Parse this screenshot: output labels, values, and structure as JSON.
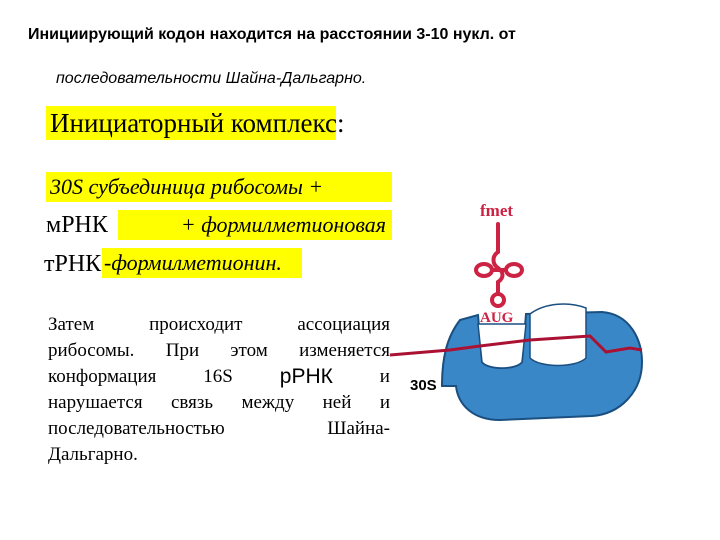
{
  "heading": "Инициирующий кодон находится на расстоянии 3-10 нукл. от",
  "subheading": "последовательности Шайна-Дальгарно.",
  "initiator": {
    "title": "Инициаторный комплекс:",
    "line1": "30S  субъединица  рибосомы  +",
    "mrna": "мРНК",
    "line2": "+  формилметионовая",
    "trna": "тРНК",
    "line3": "-формилметионин."
  },
  "paragraph": {
    "lines": [
      [
        "Затем",
        "происходит",
        "ассоциация"
      ],
      [
        "рибосомы.",
        "При",
        "этом",
        "изменяется"
      ],
      [
        "конформация",
        "16S",
        "рРНК",
        "и"
      ],
      [
        "нарушается",
        "связь",
        "между",
        "ней",
        "и"
      ],
      [
        "последовательностью",
        "Шайна-"
      ],
      [
        "Дальгарно."
      ]
    ]
  },
  "diagram": {
    "fmet_label": "fmet",
    "codon_label": "AUG",
    "subunit_label": "30S",
    "colors": {
      "ribosome": "#3a87c8",
      "trna": "#cc2244",
      "mrna": "#aa1133",
      "highlight": "#ffff00"
    }
  }
}
